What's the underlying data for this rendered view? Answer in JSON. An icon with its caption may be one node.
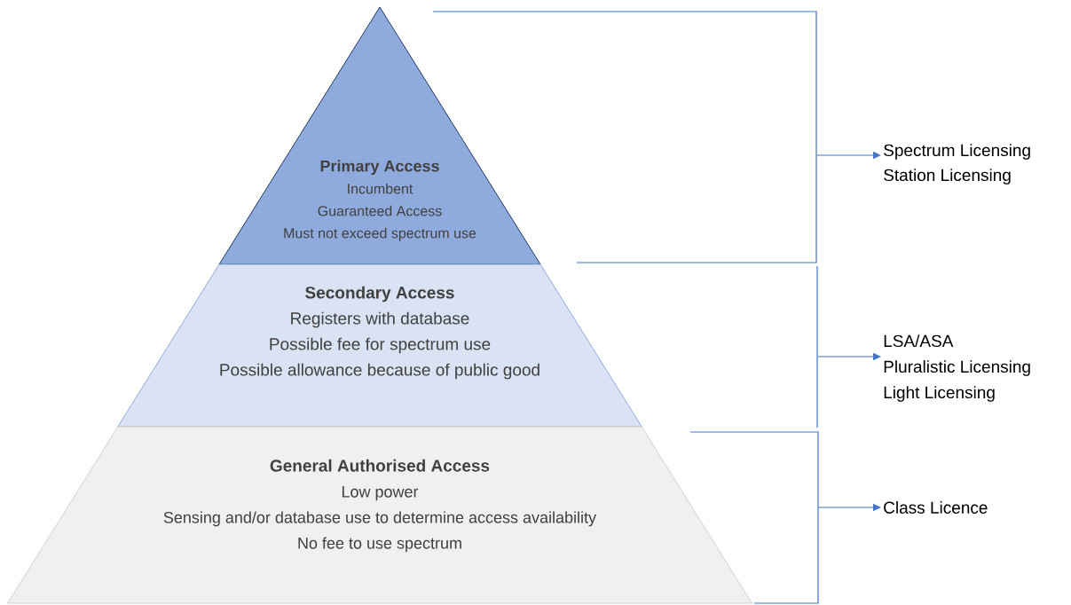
{
  "diagram": {
    "nodes": [
      {
        "text": [
          "Primary Access",
          "Incumbent",
          "Guaranteed Access",
          "Must not exceed spectrum use"
        ]
      },
      {
        "text": [
          "Secondary Access",
          "Registers with database",
          "Possible fee for spectrum use",
          "Possible allowance because of public good"
        ]
      },
      {
        "text": [
          "General Authorised Access",
          "Low power",
          "Sensing and/or database use to determine access availability",
          "No fee to use spectrum"
        ]
      },
      {
        "text": [
          "Spectrum Licensing",
          "Station Licensing"
        ]
      },
      {
        "text": [
          "LSA/ASA",
          "Pluralistic Licensing",
          "Light Licensing"
        ]
      },
      {
        "text": [
          "Class Licence"
        ]
      },
      {
        "text": [],
        "shape": "bracket"
      },
      {
        "text": [],
        "shape": "bracket"
      },
      {
        "text": [],
        "shape": "bracket"
      }
    ],
    "edges": [
      {
        "from": 6,
        "to": 3,
        "arrow": "to"
      },
      {
        "from": 7,
        "to": 4,
        "arrow": "to"
      },
      {
        "from": 8,
        "to": 5,
        "arrow": "to"
      }
    ]
  }
}
